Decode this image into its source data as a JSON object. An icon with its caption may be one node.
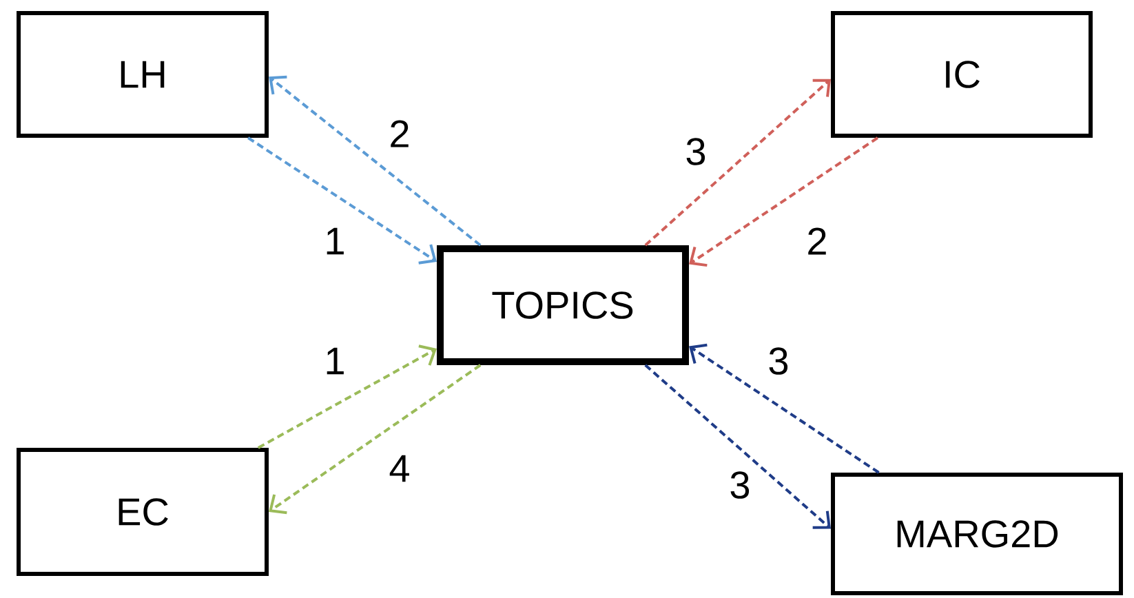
{
  "diagram": {
    "nodes": [
      {
        "text": [
          "LH"
        ]
      },
      {
        "text": [
          "IC"
        ]
      },
      {
        "text": [
          "TOPICS"
        ]
      },
      {
        "text": [
          "EC"
        ]
      },
      {
        "text": [
          "MARG2D"
        ]
      }
    ],
    "edges": [
      {
        "from": 0,
        "to": 2,
        "arrow": "to",
        "label": "1",
        "style": "dashed",
        "color": "#5b9bd5"
      },
      {
        "from": 2,
        "to": 0,
        "arrow": "to",
        "label": "2",
        "style": "dashed",
        "color": "#5b9bd5"
      },
      {
        "from": 2,
        "to": 1,
        "arrow": "to",
        "label": "3",
        "style": "dashed",
        "color": "#d0605a"
      },
      {
        "from": 1,
        "to": 2,
        "arrow": "to",
        "label": "2",
        "style": "dashed",
        "color": "#d0605a"
      },
      {
        "from": 3,
        "to": 2,
        "arrow": "to",
        "label": "1",
        "style": "dashed",
        "color": "#9bbb59"
      },
      {
        "from": 2,
        "to": 3,
        "arrow": "to",
        "label": "4",
        "style": "dashed",
        "color": "#9bbb59"
      },
      {
        "from": 4,
        "to": 2,
        "arrow": "to",
        "label": "3",
        "style": "dashed",
        "color": "#1f3c88"
      },
      {
        "from": 2,
        "to": 4,
        "arrow": "to",
        "label": "3",
        "style": "dashed",
        "color": "#1f3c88"
      }
    ]
  }
}
